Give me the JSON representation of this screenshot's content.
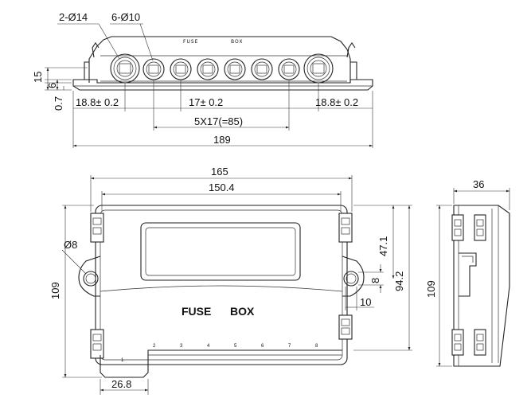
{
  "top_view": {
    "callouts": {
      "hole_large": "2-Ø14",
      "hole_small": "6-Ø10"
    },
    "embossed_text": "FUSE BOX",
    "dims": {
      "height_total": "15",
      "height_flange": "6",
      "flange_thick": "0.7",
      "end_pitch_left": "18.8± 0.2",
      "pitch": "17± 0.2",
      "end_pitch_right": "18.8± 0.2",
      "pitch_total": "5X17(=85)",
      "overall_length": "189"
    }
  },
  "front_view": {
    "label_fuse": "FUSE",
    "label_box": "BOX",
    "dims": {
      "width_outer": "165",
      "width_inner": "150.4",
      "mount_hole": "Ø8",
      "overall_height": "109",
      "height_upper": "47.1",
      "height_body": "94.2",
      "slot_height": "8",
      "slot_width": "10",
      "tab_width": "26.8"
    },
    "slot_numbers": [
      "1",
      "2",
      "3",
      "4",
      "5",
      "6",
      "7",
      "8"
    ]
  },
  "side_view": {
    "dims": {
      "depth": "36",
      "height": "109"
    }
  }
}
